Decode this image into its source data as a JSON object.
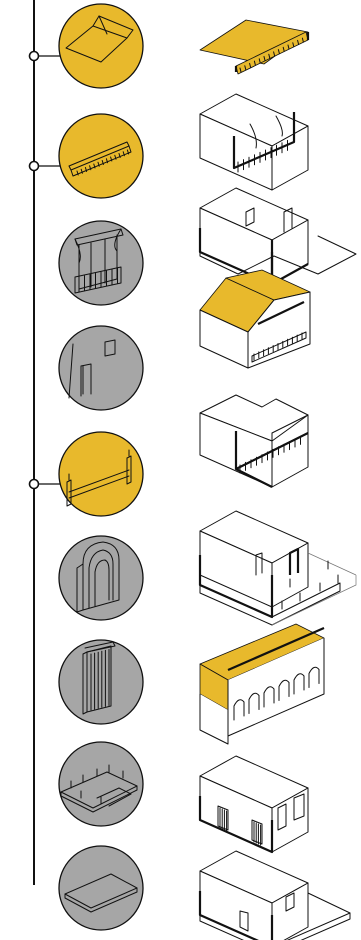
{
  "colors": {
    "highlight": "#E8B92C",
    "neutral": "#A6A6A6",
    "outline": "#111111",
    "paper": "#FFFFFF"
  },
  "timeline": {
    "markers": [
      1,
      2,
      5
    ]
  },
  "components": [
    {
      "icon": "gable-roof-icon",
      "state": "highlight"
    },
    {
      "icon": "balustrade-panel-icon",
      "state": "highlight"
    },
    {
      "icon": "balcony-window-icon",
      "state": "neutral"
    },
    {
      "icon": "door-and-window-openings-icon",
      "state": "neutral"
    },
    {
      "icon": "parapet-rail-icon",
      "state": "highlight"
    },
    {
      "icon": "arched-doorway-icon",
      "state": "neutral"
    },
    {
      "icon": "shuttered-door-icon",
      "state": "neutral"
    },
    {
      "icon": "foundation-plan-icon",
      "state": "neutral"
    },
    {
      "icon": "floor-slab-icon",
      "state": "neutral"
    }
  ],
  "stages": [
    {
      "model": "roof-slab-with-parapet",
      "state": "highlight"
    },
    {
      "model": "block-with-balcony-openings",
      "state": "plain"
    },
    {
      "model": "block-with-terrace",
      "state": "plain"
    },
    {
      "model": "gable-roof-house",
      "state": "highlight"
    },
    {
      "model": "house-cutaway",
      "state": "plain"
    },
    {
      "model": "block-with-foundation-posts",
      "state": "plain"
    },
    {
      "model": "arcaded-block-with-roof",
      "state": "highlight"
    },
    {
      "model": "block-with-shutters",
      "state": "plain"
    },
    {
      "model": "block-on-slab",
      "state": "plain"
    }
  ]
}
